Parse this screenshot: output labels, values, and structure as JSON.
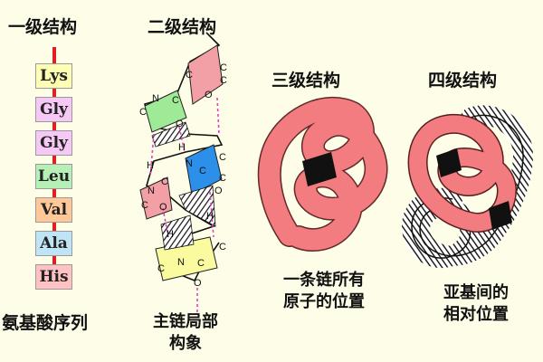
{
  "titles": {
    "primary": "一级结构",
    "secondary": "二级结构",
    "tertiary": "三级结构",
    "quaternary": "四级结构"
  },
  "captions": {
    "primary": "氨基酸序列",
    "secondary_line1": "主链局部",
    "secondary_line2": "构象",
    "tertiary_line1": "一条链所有",
    "tertiary_line2": "原子的位置",
    "quaternary_line1": "亚基间的",
    "quaternary_line2": "相对位置"
  },
  "amino_acids": [
    {
      "label": "Lys",
      "color": "#FFFFB4"
    },
    {
      "label": "Gly",
      "color": "#F6C8F6"
    },
    {
      "label": "Gly",
      "color": "#F6C8F6"
    },
    {
      "label": "Leu",
      "color": "#B7F0B7"
    },
    {
      "label": "Val",
      "color": "#FFC896"
    },
    {
      "label": "Ala",
      "color": "#BEE4F6"
    },
    {
      "label": "His",
      "color": "#FFC2C2"
    }
  ],
  "atoms": {
    "c": "C",
    "n": "N",
    "o": "O",
    "h": "H"
  },
  "colors": {
    "background": "#FEFEE8",
    "ribbon": "#F27C80",
    "plane_pink": "#F2A0A6",
    "plane_green": "#9EEA96",
    "plane_blue": "#2C8FEA",
    "plane_yellow": "#FAFA9E",
    "hbond": "#E040C0",
    "hatch": "#111111"
  }
}
